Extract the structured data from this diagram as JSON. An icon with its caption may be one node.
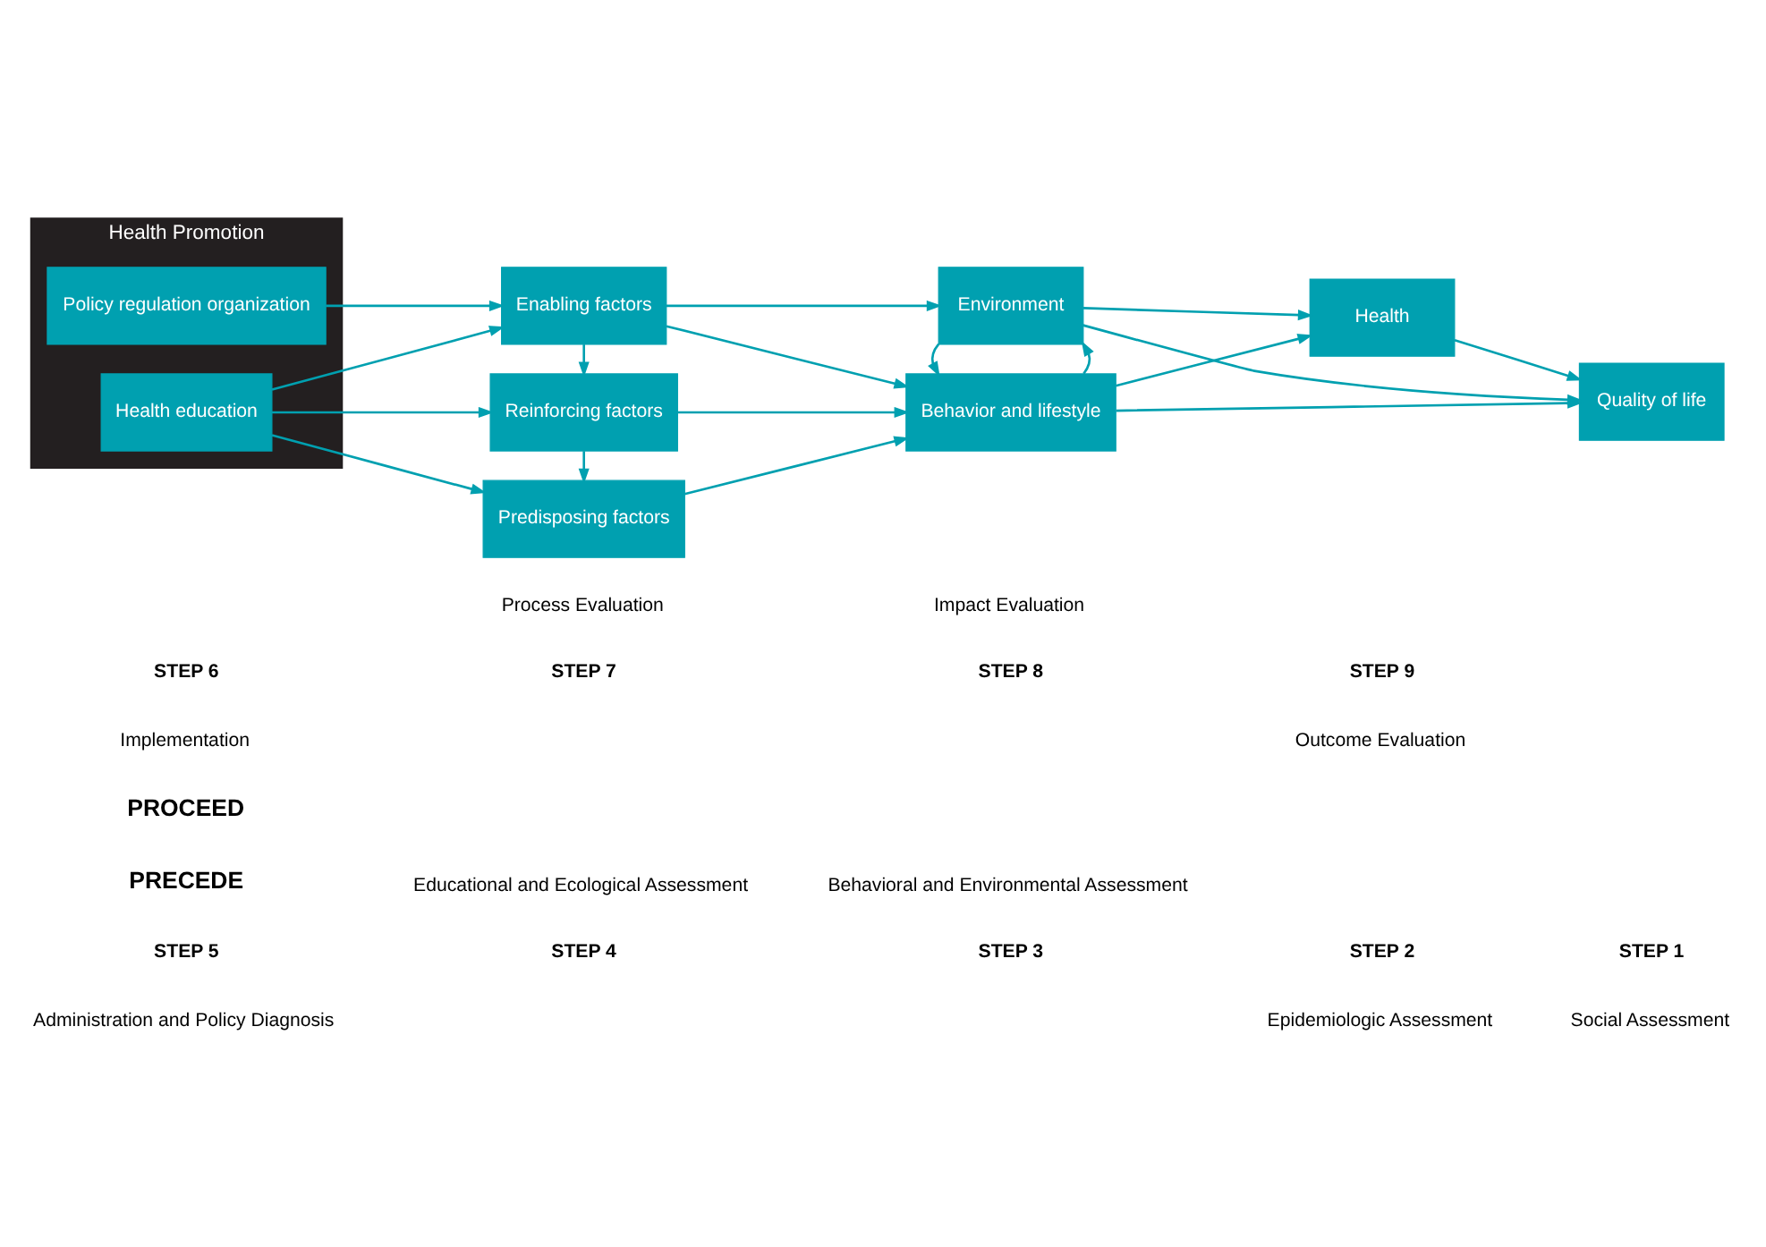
{
  "diagram": {
    "nodes": [
      {
        "text": [
          "Health Promotion"
        ]
      },
      {
        "text": [
          "Health education"
        ],
        "in": 0
      },
      {
        "text": [
          "Policy regulation organization"
        ],
        "in": 0
      },
      {
        "text": [
          "Predisposing factors"
        ]
      },
      {
        "text": [
          "Reinforcing factors"
        ]
      },
      {
        "text": [
          "Enabling factors"
        ]
      },
      {
        "text": [
          "Behavior and lifestyle"
        ]
      },
      {
        "text": [
          "Environment"
        ]
      },
      {
        "text": [
          "Health"
        ]
      },
      {
        "text": [
          "Quality of life"
        ]
      }
    ],
    "edges": [
      {
        "from": 1,
        "to": 3,
        "arrow": "to"
      },
      {
        "from": 1,
        "to": 4,
        "arrow": "to"
      },
      {
        "from": 1,
        "to": 5,
        "arrow": "to"
      },
      {
        "from": 2,
        "to": 5,
        "arrow": "to"
      },
      {
        "from": 4,
        "to": 3,
        "arrow": "to"
      },
      {
        "from": 5,
        "to": 4,
        "arrow": "to"
      },
      {
        "from": 3,
        "to": 6,
        "arrow": "to"
      },
      {
        "from": 4,
        "to": 6,
        "arrow": "to"
      },
      {
        "from": 5,
        "to": 6,
        "arrow": "to"
      },
      {
        "from": 5,
        "to": 7,
        "arrow": "to"
      },
      {
        "from": 6,
        "to": 7,
        "arrow": "to"
      },
      {
        "from": 7,
        "to": 6,
        "arrow": "to"
      },
      {
        "from": 6,
        "to": 8,
        "arrow": "to"
      },
      {
        "from": 7,
        "to": 8,
        "arrow": "to"
      },
      {
        "from": 6,
        "to": 9,
        "arrow": "to"
      },
      {
        "from": 8,
        "to": 9,
        "arrow": "to"
      },
      {
        "from": 7,
        "to": 9,
        "arrow": "to"
      }
    ],
    "labels": [
      "PRECEDE",
      "STEP 5",
      "Administration and Policy Diagnosis",
      "STEP 4",
      "Educational and Ecological Assessment",
      "STEP 3",
      "Behavioral and Environmental Assessment",
      "STEP 2",
      "Epidemiologic Assessment",
      "STEP 1",
      "Social Assessment",
      "STEP 6",
      "Implementation",
      "STEP 7",
      "Process Evaluation",
      "STEP 8",
      "Impact Evaluation",
      "STEP 9",
      "Outcome Evaluation",
      "PROCEED"
    ]
  }
}
